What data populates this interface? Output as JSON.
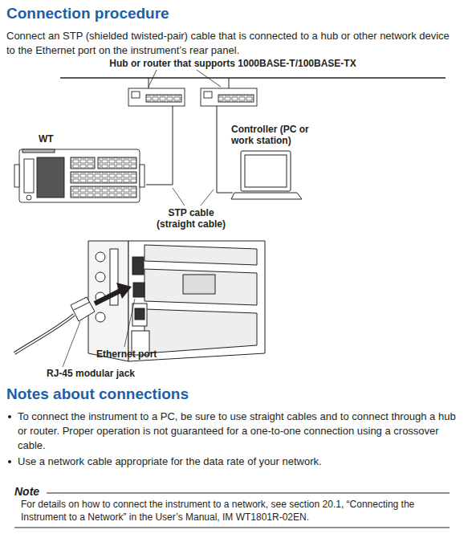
{
  "diagram": {
    "title": "Connection procedure",
    "nodes": [
      {
        "text": [
          "WT"
        ]
      },
      {
        "text": [
          "Controller (PC or work station)"
        ]
      }
    ],
    "labels": [
      "Connect an STP (shielded twisted-pair) cable that is connected to a hub or other network device to the Ethernet port on the instrument’s rear panel.",
      "Hub or router that supports 1000BASE-T/100BASE-TX",
      "STP cable (straight cable)",
      "Ethernet port",
      "RJ-45 modular jack",
      "Notes about connections",
      "To connect the instrument to a PC, be sure to use straight cables and to connect through a hub or router. Proper operation is not guaranteed for a one-to-one connection using a crossover cable.",
      "Use a network cable appropriate for the data rate of your network.",
      "Note",
      "For details on how to connect the instrument to a network, see section 20.1, “Connecting the Instrument to a Network” in the User’s Manual, IM WT1801R-02EN."
    ]
  }
}
